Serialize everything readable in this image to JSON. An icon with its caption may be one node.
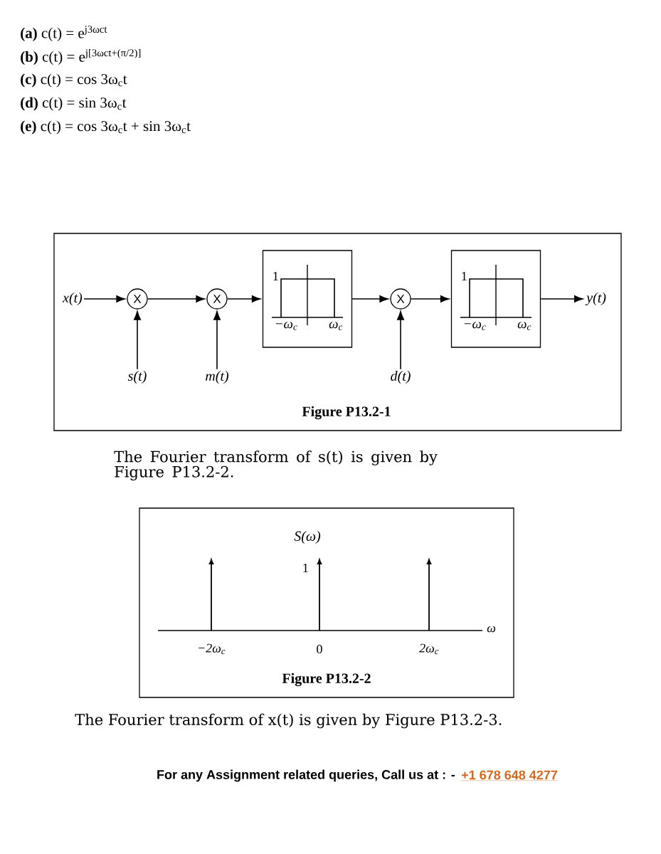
{
  "diagram": {
    "nodes": [
      {
        "text": [
          "Figure P13.2-1"
        ]
      },
      {
        "text": [
          "x(t)"
        ],
        "in": 0
      },
      {
        "text": [
          "X"
        ],
        "in": 0
      },
      {
        "text": [
          "s(t)"
        ],
        "in": 0
      },
      {
        "text": [
          "X"
        ],
        "in": 0
      },
      {
        "text": [
          "m(t)"
        ],
        "in": 0
      },
      {
        "text": [
          "1",
          "−ω$_{c}$",
          "ω$_{c}$"
        ],
        "in": 0
      },
      {
        "text": [
          "X"
        ],
        "in": 0
      },
      {
        "text": [
          "d(t)"
        ],
        "in": 0
      },
      {
        "text": [
          "1",
          "−ω$_{c}$",
          "ω$_{c}$"
        ],
        "in": 0
      },
      {
        "text": [
          "y(t)"
        ],
        "in": 0
      },
      {
        "text": [
          "S(ω)",
          "1",
          "ω",
          "−2ω$_{c}$",
          "0",
          "2ω$_{c}$",
          "Figure P13.2-2"
        ]
      }
    ],
    "edges": [
      {
        "from": 1,
        "to": 2,
        "arrow": "to"
      },
      {
        "from": 3,
        "to": 2,
        "arrow": "to"
      },
      {
        "from": 2,
        "to": 4,
        "arrow": "to"
      },
      {
        "from": 5,
        "to": 4,
        "arrow": "to"
      },
      {
        "from": 4,
        "to": 6,
        "arrow": "to"
      },
      {
        "from": 6,
        "to": 7,
        "arrow": "to"
      },
      {
        "from": 8,
        "to": 7,
        "arrow": "to"
      },
      {
        "from": 7,
        "to": 9,
        "arrow": "to"
      },
      {
        "from": 9,
        "to": 10,
        "arrow": "to"
      }
    ],
    "labels": [
      "**(a)** c(t) = e$^{j3ωct}$",
      "**(b)** c(t) = e$^{j[3ωct+(π/2)]}$",
      "**(c)** c(t) = cos 3ω$_{c}$t",
      "**(d)** c(t) = sin 3ω$_{c}$t",
      "**(e)** c(t) = cos 3ω$_{c}$t + sin 3ω$_{c}$t",
      "The Fourier transform of s(t) is given by Figure P13.2-2.",
      "The Fourier transform of x(t) is given by Figure P13.2-3.",
      "For any Assignment related queries, Call us at : -",
      "+1 678 648 4277"
    ]
  }
}
